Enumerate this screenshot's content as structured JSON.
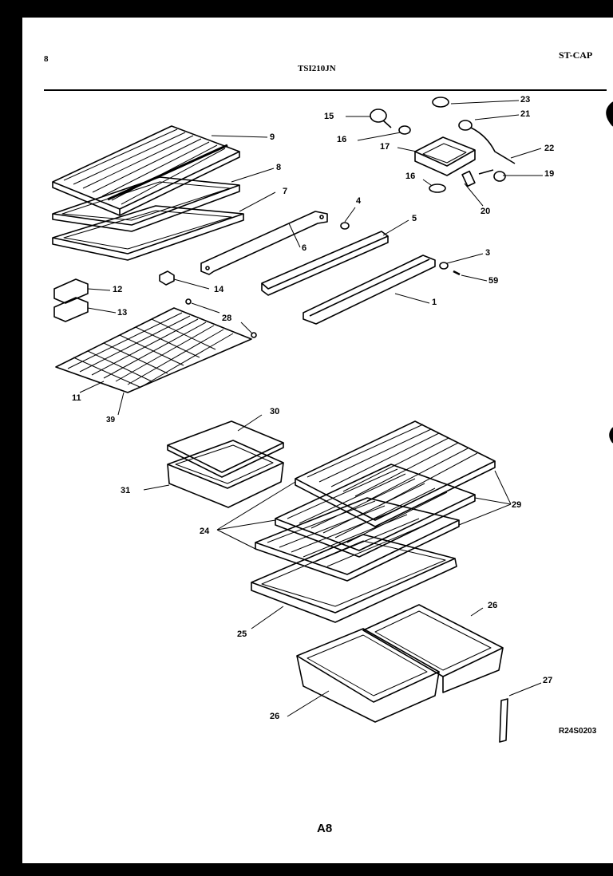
{
  "header": {
    "page_number": "8",
    "model": "TSI210JN",
    "section": "ST-CAP"
  },
  "callouts": {
    "1": "1",
    "3": "3",
    "4": "4",
    "5": "5",
    "6": "6",
    "7": "7",
    "8": "8",
    "9": "9",
    "11": "11",
    "12": "12",
    "13": "13",
    "14": "14",
    "15": "15",
    "16a": "16",
    "16b": "16",
    "17": "17",
    "19": "19",
    "20": "20",
    "21": "21",
    "22": "22",
    "23": "23",
    "24": "24",
    "25": "25",
    "26a": "26",
    "26b": "26",
    "27": "27",
    "28": "28",
    "29": "29",
    "30": "30",
    "31": "31",
    "39": "39",
    "59": "59"
  },
  "footer": {
    "reference": "R24S0203",
    "page_code": "A8"
  }
}
